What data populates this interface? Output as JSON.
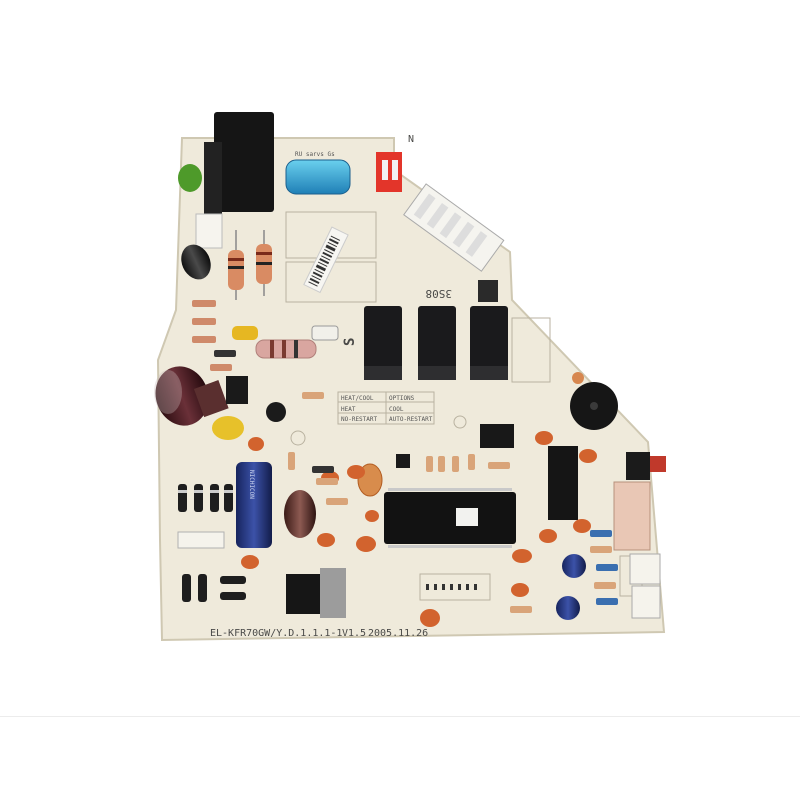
{
  "photo": {
    "subject": "air conditioner control board",
    "board_color": "#efeadb",
    "silkscreen_color": "#4a4a48"
  },
  "board": {
    "part_number": "EL-KFR70GW/Y.D.1.1.1-1",
    "version": "V1.5",
    "date": "2005.11.26",
    "code_3s08": "3S08",
    "letter_s": "S",
    "letter_n": "N",
    "table": {
      "rows": [
        [
          "HEAT/COOL",
          "OPTIONS"
        ],
        [
          "HEAT",
          "COOL"
        ],
        [
          "NO-RESTART",
          "AUTO-RESTART"
        ]
      ]
    }
  }
}
